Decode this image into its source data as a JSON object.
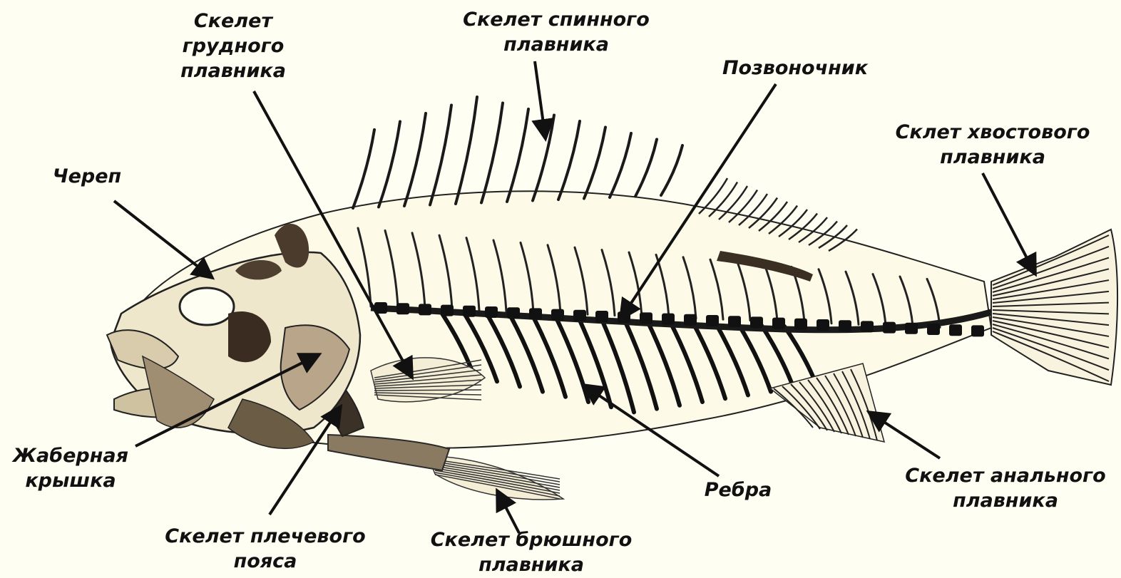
{
  "labels": {
    "pectoral_fin": [
      "Скелет",
      "грудного",
      "плавника"
    ],
    "dorsal_fin": [
      "Скелет спинного",
      "плавника"
    ],
    "spine": [
      "Позвоночник"
    ],
    "caudal_fin": [
      "Склет хвостового",
      "плавника"
    ],
    "skull": [
      "Череп"
    ],
    "gill_cover": [
      "Жаберная",
      "крышка"
    ],
    "shoulder_girdle": [
      "Скелет плечевого",
      "пояса"
    ],
    "pelvic_fin": [
      "Скелет брюшного",
      "плавника"
    ],
    "ribs": [
      "Ребра"
    ],
    "anal_fin": [
      "Скелет анального",
      "плавника"
    ]
  },
  "colors": {
    "background": "#fffef2",
    "ink": "#111111",
    "bone_light": "#f4eed6",
    "bone_dark": "#6b5c45",
    "bone_shade": "#a0907a"
  }
}
